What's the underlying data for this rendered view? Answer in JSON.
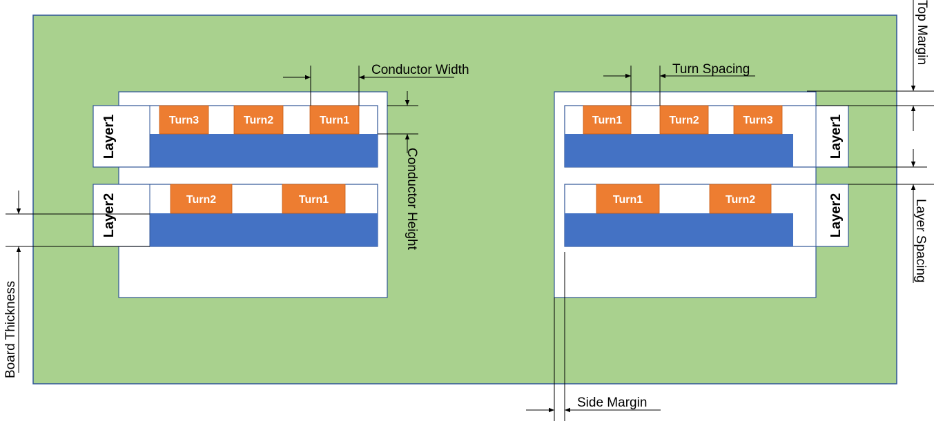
{
  "colors": {
    "board": "#a9d18e",
    "board_border": "#2f5597",
    "window": "#ffffff",
    "layer_border": "#2f5597",
    "conductor_bar": "#4472c4",
    "turn": "#ed7d31",
    "turn_border": "#c55a11",
    "dimension_line": "#000000"
  },
  "left_window": {
    "layers": [
      {
        "label": "Layer1",
        "turns": [
          "Turn3",
          "Turn2",
          "Turn1"
        ]
      },
      {
        "label": "Layer2",
        "turns": [
          "Turn2",
          "Turn1"
        ]
      }
    ]
  },
  "right_window": {
    "layers": [
      {
        "label": "Layer1",
        "turns": [
          "Turn1",
          "Turn2",
          "Turn3"
        ]
      },
      {
        "label": "Layer2",
        "turns": [
          "Turn1",
          "Turn2"
        ]
      }
    ]
  },
  "dimensions": {
    "conductor_width": "Conductor Width",
    "conductor_height": "Conductor Height",
    "turn_spacing": "Turn Spacing",
    "top_margin": "Top Margin",
    "layer_spacing": "Layer Spacing",
    "board_thickness": "Board Thickness",
    "side_margin": "Side Margin"
  }
}
